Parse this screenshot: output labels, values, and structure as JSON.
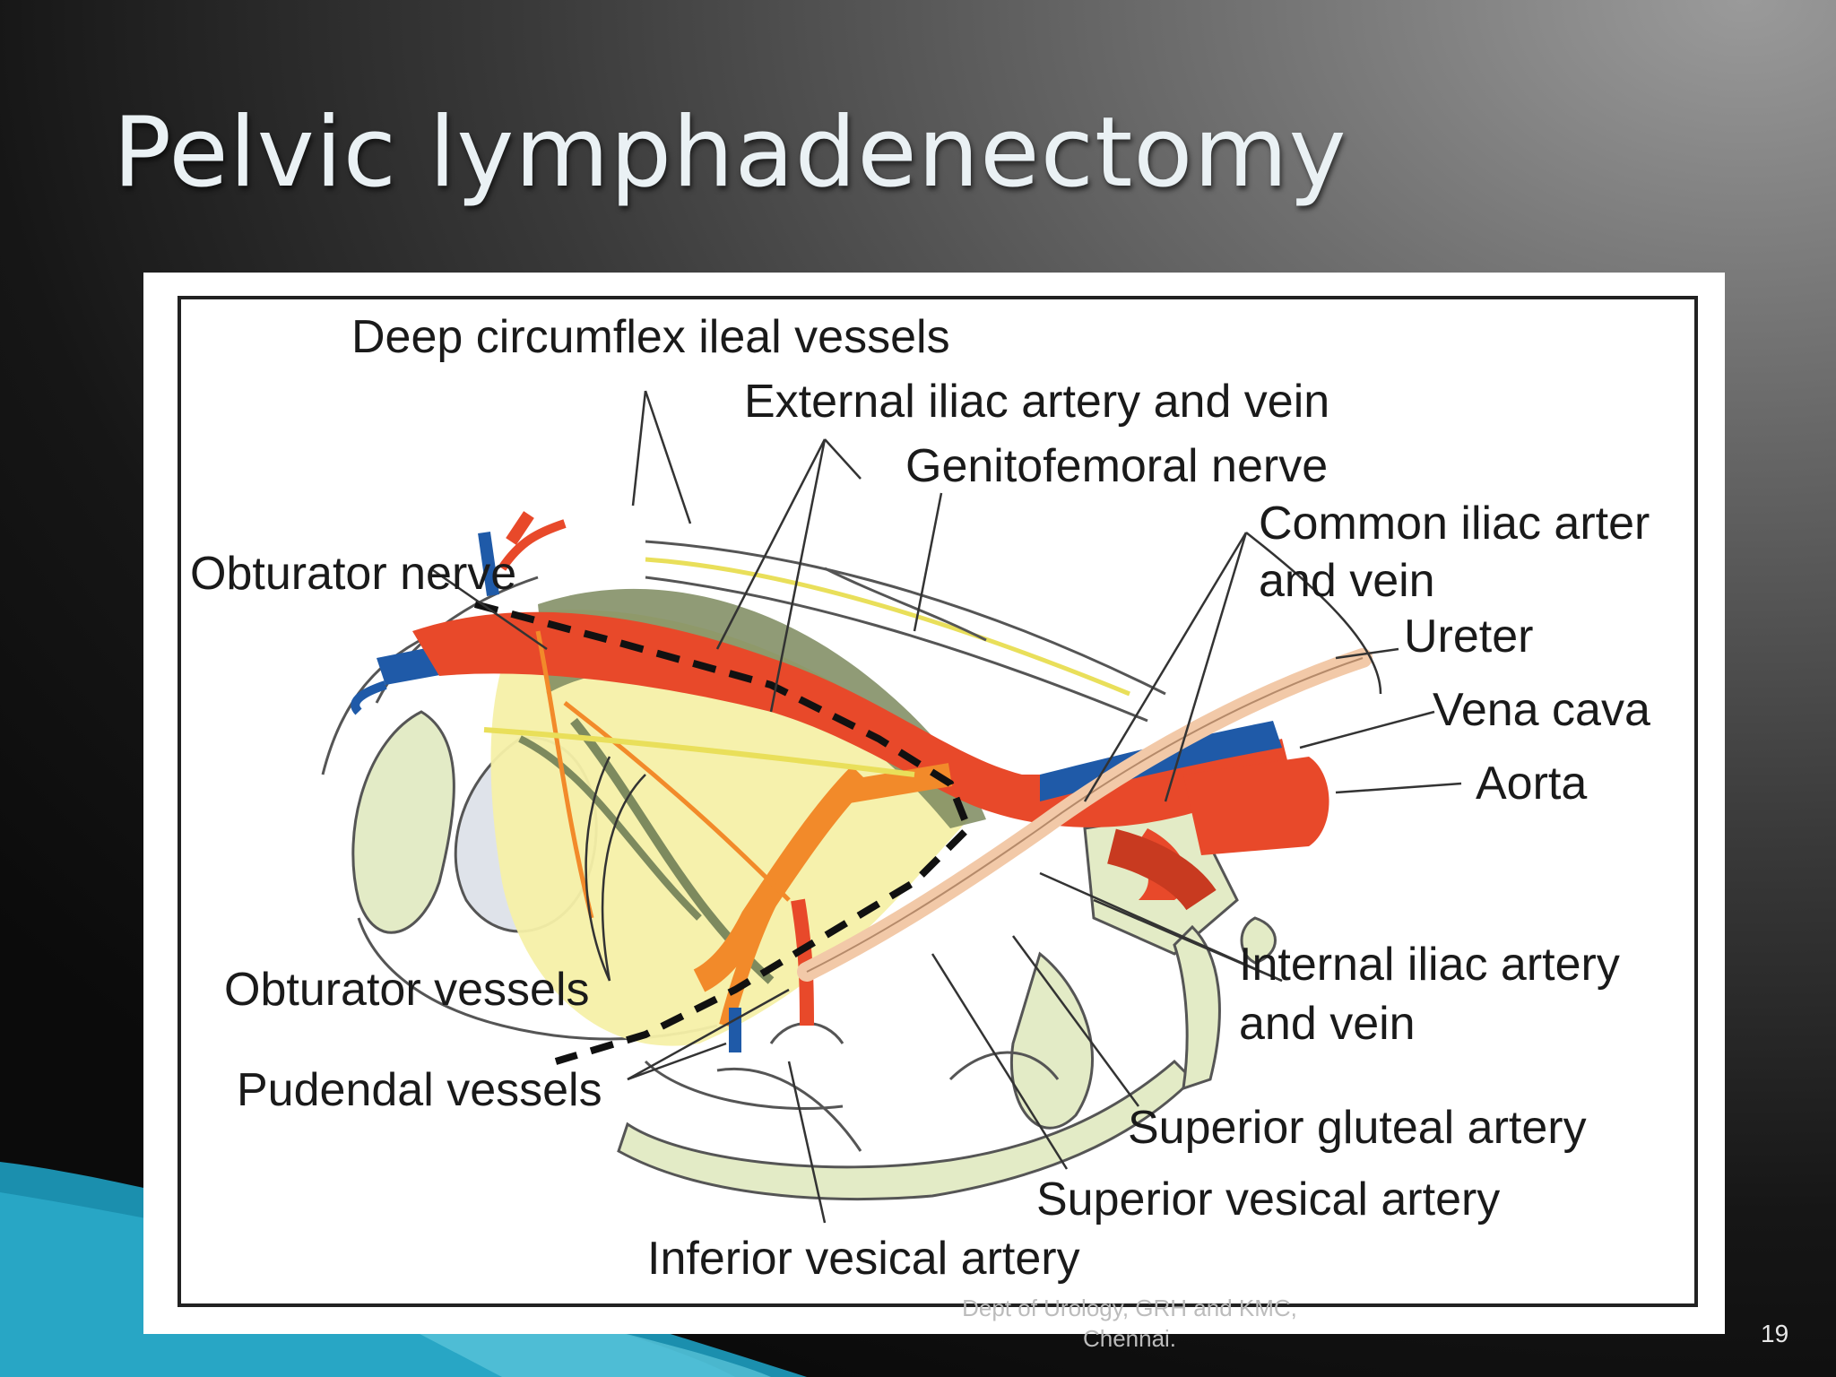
{
  "slide": {
    "title": "Pelvic lymphadenectomy",
    "footer": "Dept of Urology, GRH and KMC, Chennai.",
    "slide_number": "19"
  },
  "figure": {
    "labels": {
      "deep_circumflex": "Deep circumflex ileal vessels",
      "external_iliac": "External iliac artery and vein",
      "genitofemoral": "Genitofemoral nerve",
      "common_iliac_line1": "Common iliac arter",
      "common_iliac_line2": "and vein",
      "obturator_nerve": "Obturator nerve",
      "ureter": "Ureter",
      "vena_cava": "Vena cava",
      "aorta": "Aorta",
      "obturator_vessels": "Obturator vessels",
      "internal_iliac_line1": "Internal iliac artery",
      "internal_iliac_line2": "and vein",
      "pudendal": "Pudendal vessels",
      "superior_gluteal": "Superior gluteal artery",
      "superior_vesical": "Superior vesical artery",
      "inferior_vesical": "Inferior vesical artery"
    },
    "colors": {
      "artery": "#e8492a",
      "vein": "#1f5aa8",
      "ureter": "#f2c9a8",
      "nodal_region": "#f6f0a8",
      "nerve": "#e9df5a",
      "bone": "#e3ebc6",
      "vessel_sheath": "#7d8a5e"
    }
  }
}
